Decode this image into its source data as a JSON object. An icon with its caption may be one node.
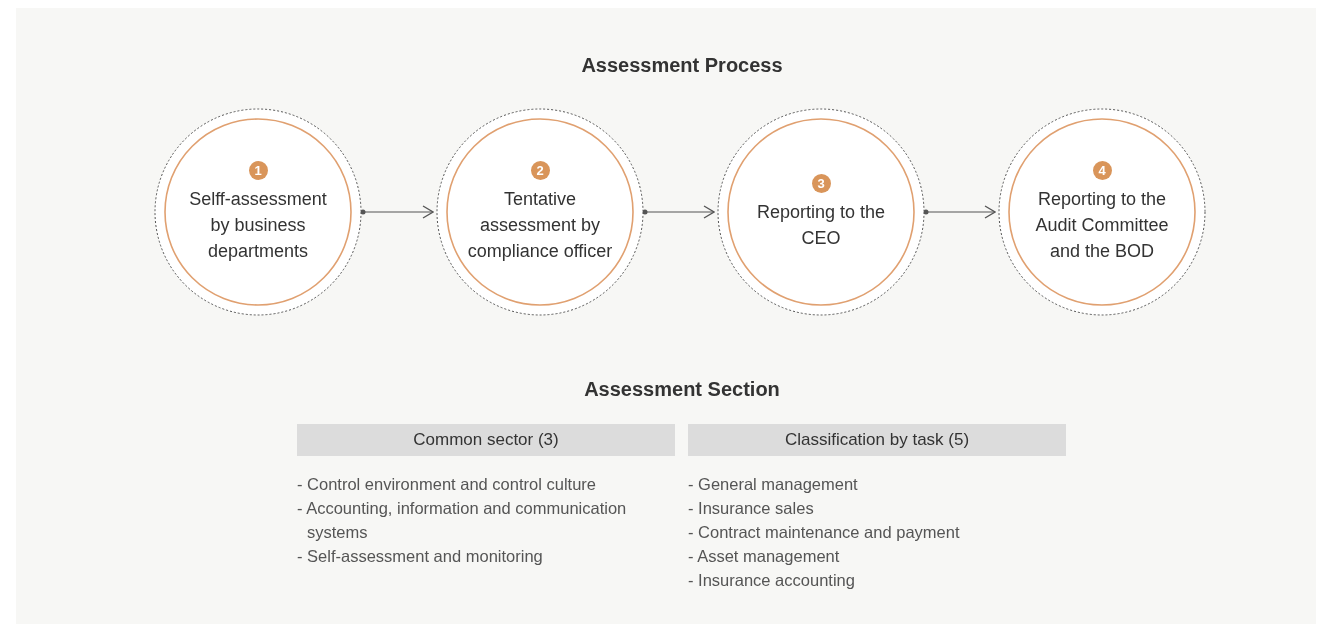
{
  "diagram": {
    "title": "Assessment Process",
    "nodes": [
      {
        "text": [
          "1",
          "Selff-assessment by business departments"
        ]
      },
      {
        "text": [
          "2",
          "Tentative assessment by compliance officer"
        ]
      },
      {
        "text": [
          "3",
          "Reporting to the CEO"
        ]
      },
      {
        "text": [
          "4",
          "Reporting to the Audit Committee and the BOD"
        ]
      },
      {
        "text": [
          "Common sector (3)"
        ]
      },
      {
        "text": [
          "Classification by task (5)"
        ]
      }
    ],
    "edges": [
      {
        "from": 0,
        "to": 1,
        "arrow": "to"
      },
      {
        "from": 1,
        "to": 2,
        "arrow": "to"
      },
      {
        "from": 2,
        "to": 3,
        "arrow": "to"
      }
    ],
    "labels": [
      "Assessment Section",
      "- Control environment and control culture",
      "- Accounting, information and communication systems",
      "- Self-assessment and monitoring",
      "- General management",
      "- Insurance sales",
      "- Contract maintenance and payment",
      "- Asset management",
      "- Insurance accounting"
    ]
  }
}
